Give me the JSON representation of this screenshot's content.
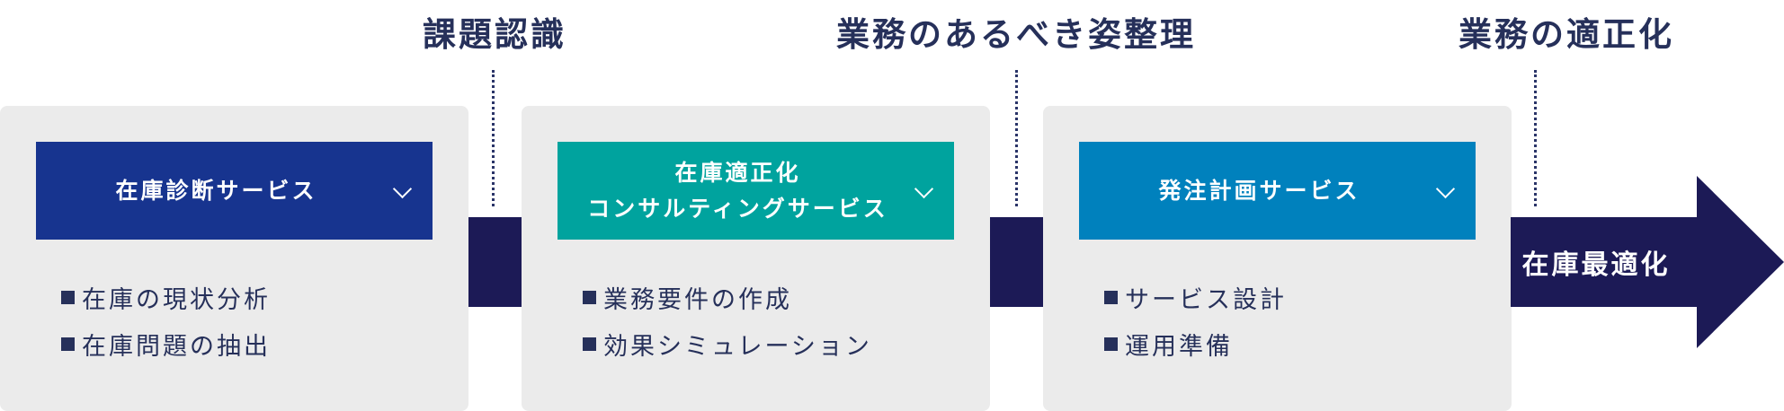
{
  "stages": [
    "課題認識",
    "業務のあるべき姿整理",
    "業務の適正化"
  ],
  "services": [
    {
      "title": "在庫診断サービス",
      "color": "#17348f",
      "items": [
        "在庫の現状分析",
        "在庫問題の抽出"
      ]
    },
    {
      "title": "在庫適正化\nコンサルティングサービス",
      "color": "#00a39e",
      "items": [
        "業務要件の作成",
        "効果シミュレーション"
      ]
    },
    {
      "title": "発注計画サービス",
      "color": "#0081bd",
      "items": [
        "サービス設計",
        "運用準備"
      ]
    }
  ],
  "goal": "在庫最適化",
  "icons": {
    "dropdown": "chevron-down-icon",
    "bullet": "square-bullet-icon"
  }
}
